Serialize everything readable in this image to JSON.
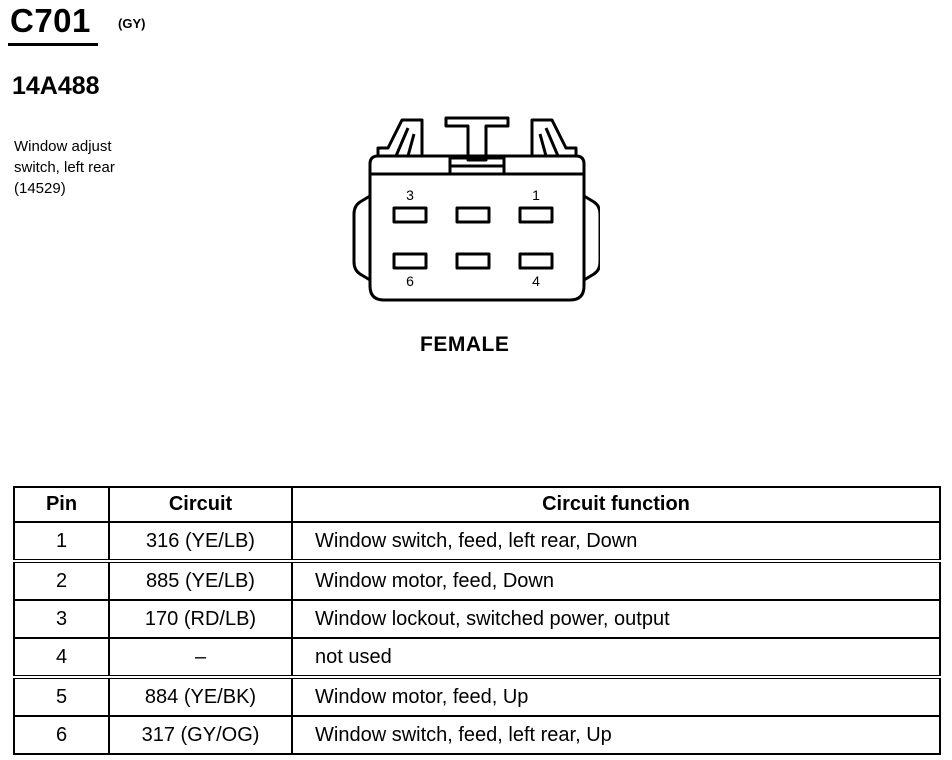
{
  "connector": {
    "id": "C701",
    "color": "(GY)",
    "part_number": "14A488",
    "description_lines": [
      "Window adjust",
      "switch, left rear",
      "(14529)"
    ],
    "view": "FEMALE",
    "cavity_labels": {
      "top_left": "3",
      "top_right": "1",
      "bottom_left": "6",
      "bottom_right": "4"
    }
  },
  "table": {
    "headers": [
      "Pin",
      "Circuit",
      "Circuit function"
    ],
    "rows": [
      {
        "pin": "1",
        "circuit": "316 (YE/LB)",
        "function": "Window switch, feed, left rear, Down"
      },
      {
        "pin": "2",
        "circuit": "885 (YE/LB)",
        "function": "Window motor, feed, Down"
      },
      {
        "pin": "3",
        "circuit": "170 (RD/LB)",
        "function": "Window lockout, switched power, output"
      },
      {
        "pin": "4",
        "circuit": "–",
        "function": "not used"
      },
      {
        "pin": "5",
        "circuit": "884 (YE/BK)",
        "function": "Window motor, feed, Up"
      },
      {
        "pin": "6",
        "circuit": "317 (GY/OG)",
        "function": "Window switch, feed, left rear, Up"
      }
    ]
  }
}
